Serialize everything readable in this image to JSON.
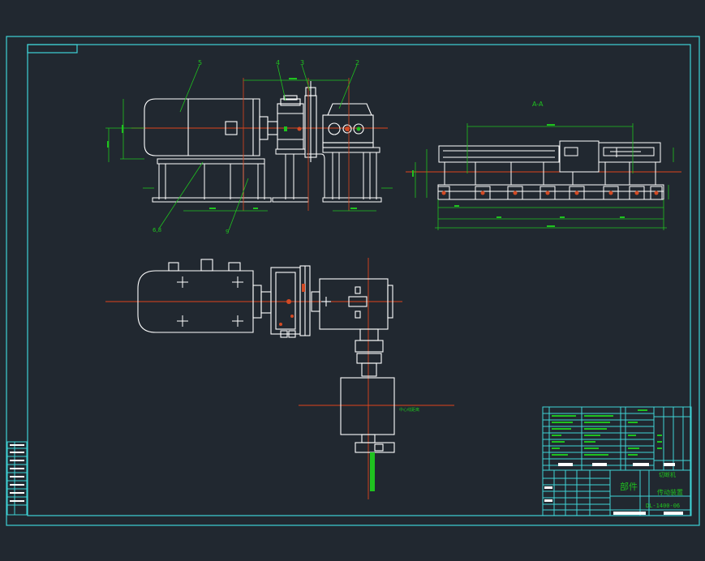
{
  "drawing": {
    "section_label": "A-A",
    "balloons": [
      "5",
      "4",
      "3",
      "2",
      "6,8",
      "9"
    ],
    "title_block": {
      "category": "部件",
      "drawing_number": "DL-1400-06",
      "name_line1": "切断机",
      "name_line2": "传动装置"
    },
    "dimension_note": "中心线距离"
  },
  "colors": {
    "background": "#212830",
    "frame": "#3fd3d6",
    "geometry": "#ffffff",
    "dimension": "#1fc21f",
    "centerline": "#e0451c",
    "hatch": "#d24a24",
    "accent": "#3fd3d6"
  }
}
